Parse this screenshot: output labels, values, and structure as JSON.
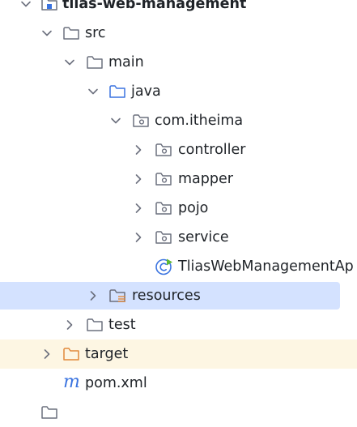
{
  "project_tree": {
    "root_label": "tlias-web-management",
    "items": [
      {
        "label": "src"
      },
      {
        "label": "main"
      },
      {
        "label": "java"
      },
      {
        "label": "com.itheima"
      },
      {
        "label": "controller"
      },
      {
        "label": "mapper"
      },
      {
        "label": "pojo"
      },
      {
        "label": "service"
      },
      {
        "label": "TliasWebManagementAp"
      },
      {
        "label": "resources"
      },
      {
        "label": "test"
      },
      {
        "label": "target"
      },
      {
        "label": "pom.xml",
        "icon_glyph": "m"
      }
    ]
  },
  "colors": {
    "selection_background": "#d4e2ff",
    "excluded_background": "#fdf6e3",
    "folder_stroke": "#6c707e",
    "source_folder_stroke": "#3b74e0",
    "excluded_folder_stroke": "#e2893a",
    "resource_lines": "#e2893a",
    "maven_icon": "#3b74e0",
    "spring_badge": "#5fb832"
  }
}
